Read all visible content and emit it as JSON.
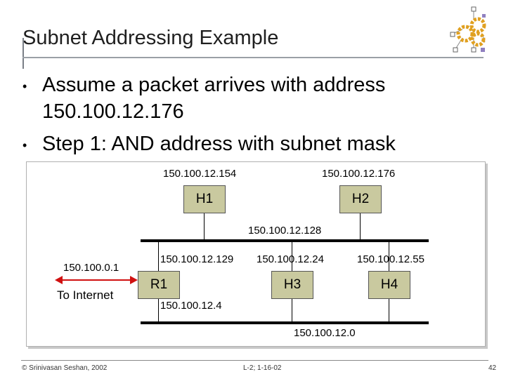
{
  "title": "Subnet Addressing Example",
  "bullets": [
    {
      "line1": "Assume a packet arrives with address",
      "line2": "150.100.12.176"
    },
    {
      "line1": "Step 1: AND address with subnet mask"
    }
  ],
  "bullet_glyph": "•",
  "diagram": {
    "h1_addr": "150.100.12.154",
    "h2_addr": "150.100.12.176",
    "h1": "H1",
    "h2": "H2",
    "top_net": "150.100.12.128",
    "r1_upper_addr": "150.100.12.129",
    "h3_addr": "150.100.12.24",
    "h4_addr": "150.100.12.55",
    "internet_addr": "150.100.0.1",
    "internet_label": "To Internet",
    "r1": "R1",
    "h3": "H3",
    "h4": "H4",
    "r1_lower_addr": "150.100.12.4",
    "bottom_net": "150.100.12.0"
  },
  "footer": {
    "copyright": "© Srinivasan Seshan, 2002",
    "lecture": "L-2; 1-16-02",
    "page": "42"
  },
  "colors": {
    "host_fill": "#c9c99f",
    "arrow": "#d01010",
    "logo": "#e0a020"
  },
  "icons": [
    "molecule-logo-icon",
    "bidirectional-arrow-icon"
  ]
}
